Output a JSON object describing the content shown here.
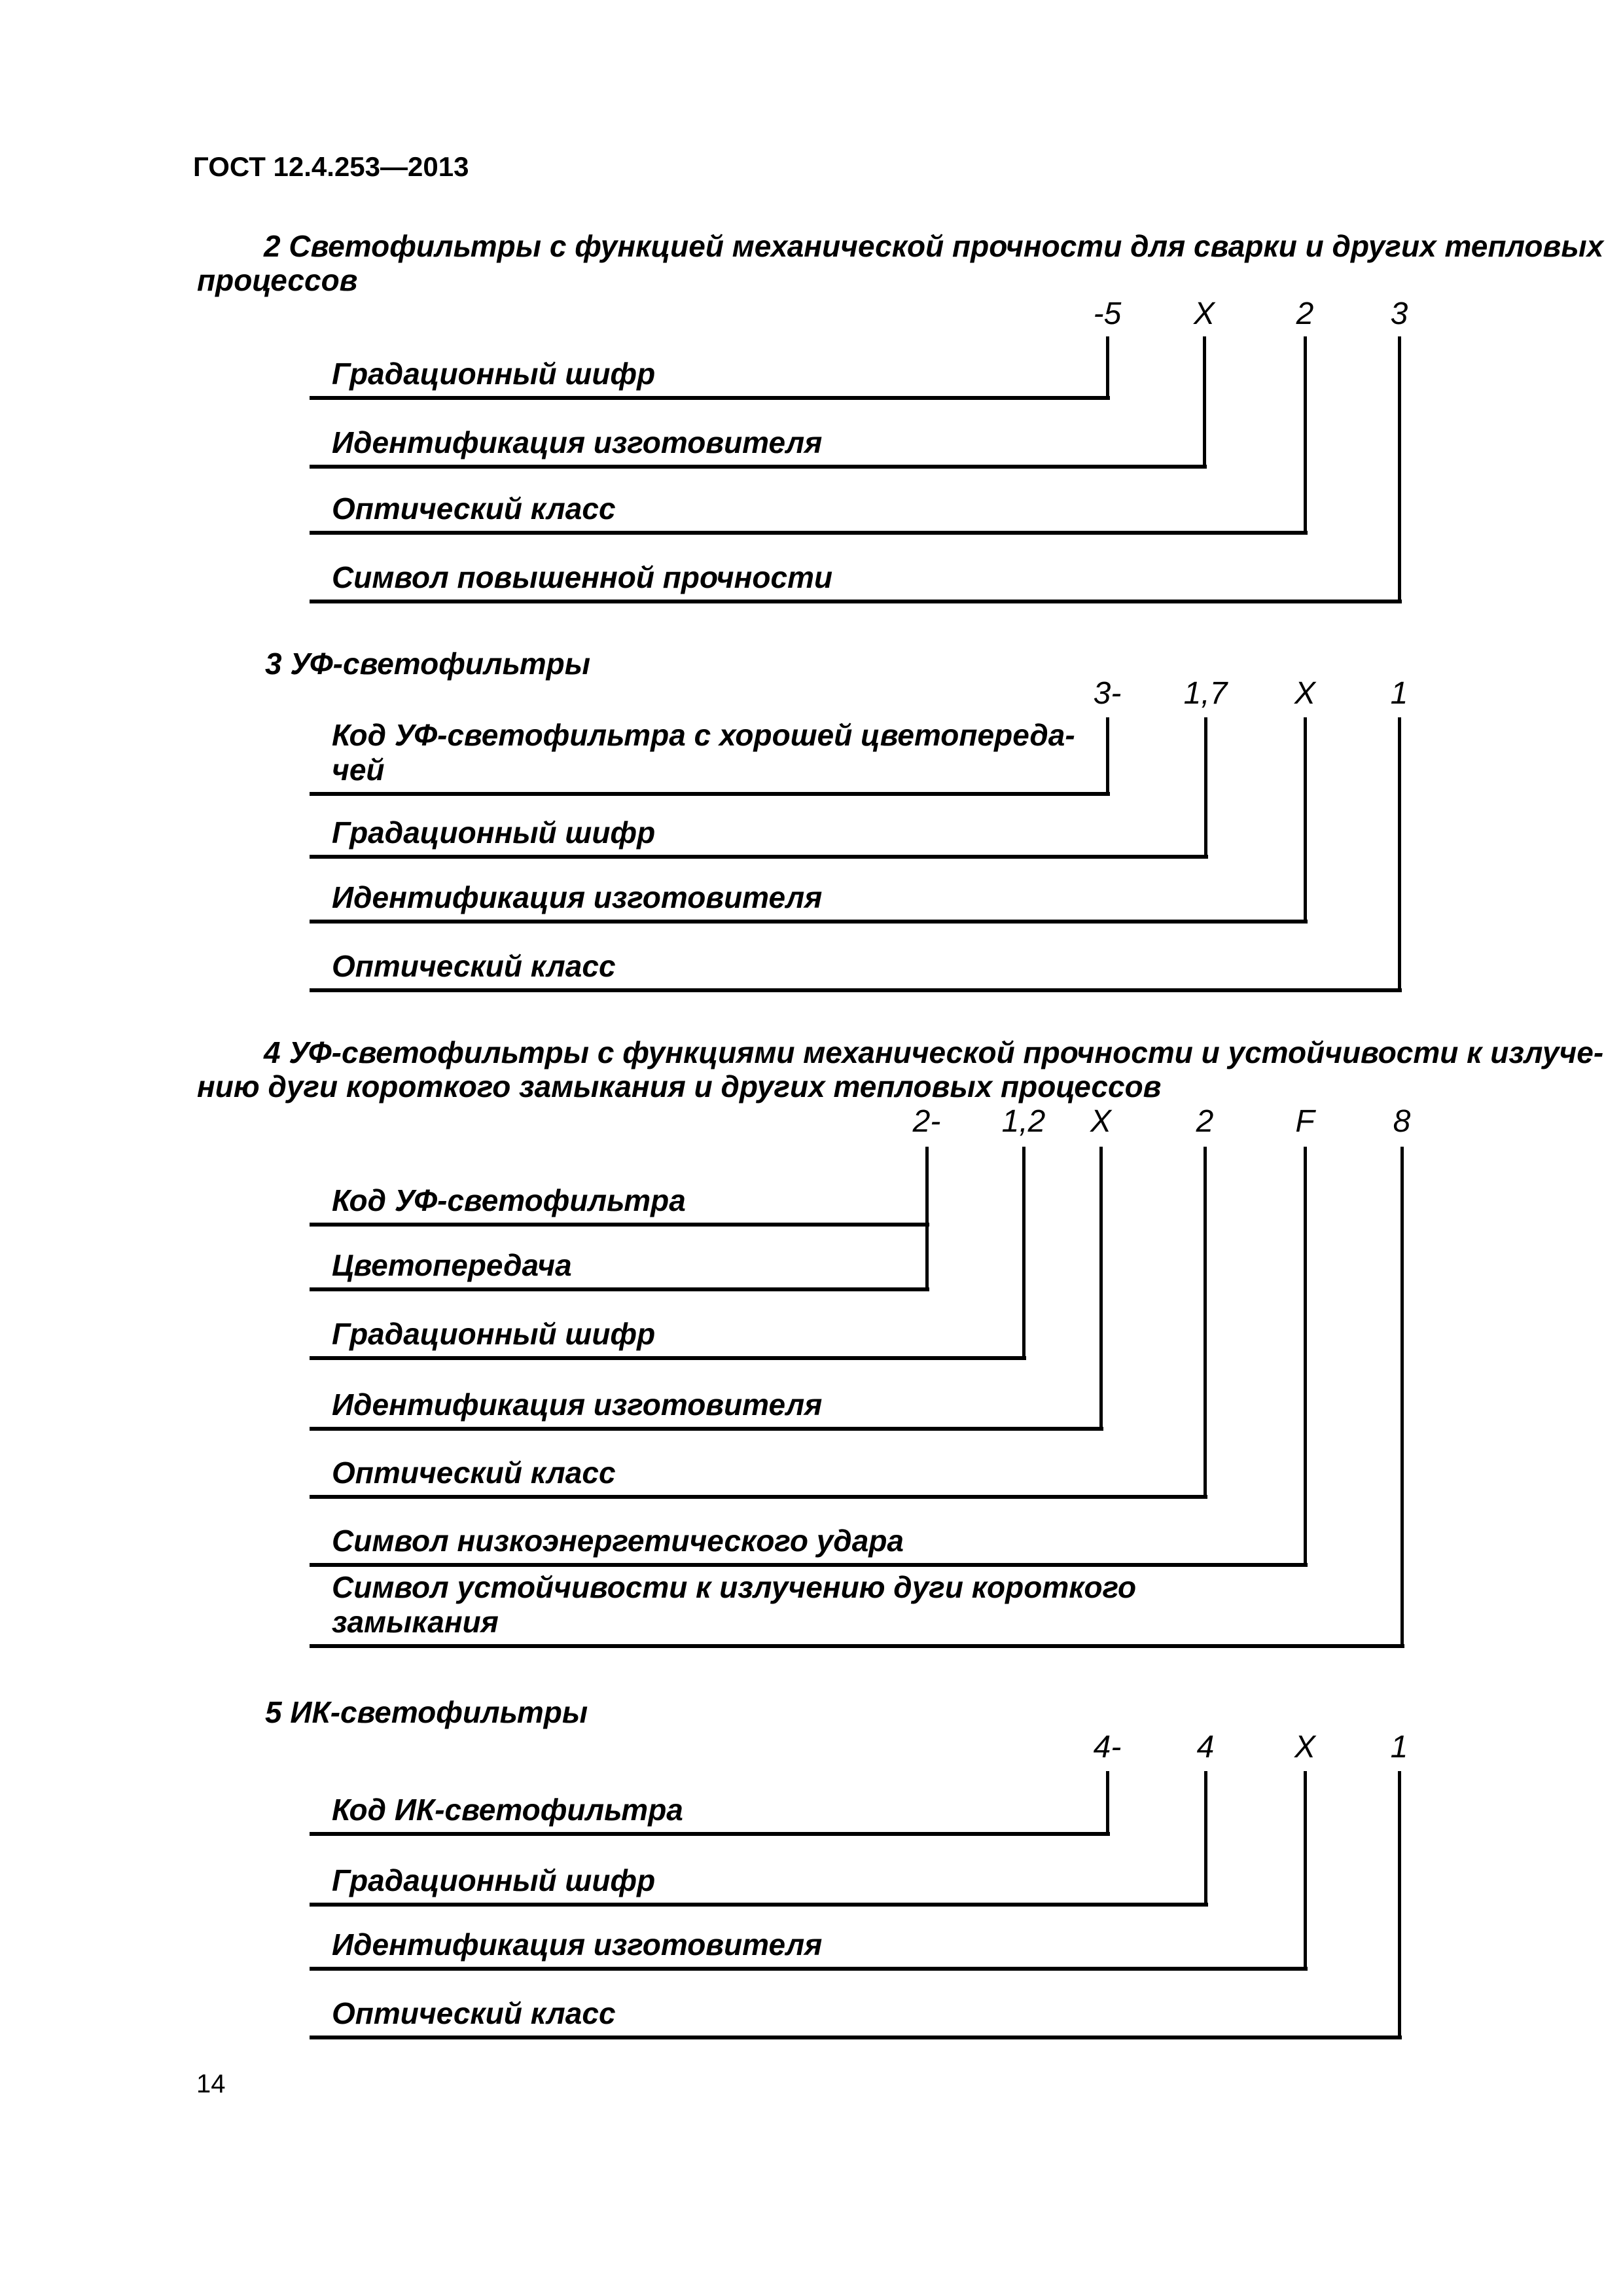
{
  "page": {
    "header": "ГОСТ 12.4.253—2013",
    "page_number": "14"
  },
  "sections": [
    {
      "number": "2",
      "heading_lines": [
        "2 Светофильтры с функцией механической прочности для сварки и других тепловых",
        "процессов"
      ],
      "code": [
        "-5",
        "Х",
        "2",
        "3"
      ],
      "labels": [
        {
          "lines": [
            "Градационный шифр"
          ]
        },
        {
          "lines": [
            "Идентификация изготовителя"
          ]
        },
        {
          "lines": [
            "Оптический класс"
          ]
        },
        {
          "lines": [
            "Символ повышенной прочности"
          ]
        }
      ]
    },
    {
      "number": "3",
      "heading_lines": [
        "3 УФ-светофильтры"
      ],
      "code": [
        "3-",
        "1,7",
        "Х",
        "1"
      ],
      "labels": [
        {
          "lines": [
            "Код УФ-светофильтра с хорошей цветопереда-",
            "чей"
          ]
        },
        {
          "lines": [
            "Градационный шифр"
          ]
        },
        {
          "lines": [
            "Идентификация изготовителя"
          ]
        },
        {
          "lines": [
            "Оптический класс"
          ]
        }
      ]
    },
    {
      "number": "4",
      "heading_lines": [
        "4 УФ-светофильтры с функциями механической прочности и устойчивости к излуче-",
        "нию дуги короткого замыкания и других тепловых процессов"
      ],
      "code": [
        "2-",
        "1,2",
        "Х",
        "2",
        "F",
        "8"
      ],
      "labels": [
        {
          "lines": [
            "Код УФ-светофильтра"
          ]
        },
        {
          "lines": [
            "Цветопередача"
          ]
        },
        {
          "lines": [
            "Градационный шифр"
          ]
        },
        {
          "lines": [
            "Идентификация изготовителя"
          ]
        },
        {
          "lines": [
            "Оптический класс"
          ]
        },
        {
          "lines": [
            "Символ низкоэнергетического удара"
          ]
        },
        {
          "lines": [
            "Символ устойчивости к излучению дуги короткого",
            "замыкания"
          ]
        }
      ]
    },
    {
      "number": "5",
      "heading_lines": [
        "5 ИК-светофильтры"
      ],
      "code": [
        "4-",
        "4",
        "Х",
        "1"
      ],
      "labels": [
        {
          "lines": [
            "Код ИК-светофильтра"
          ]
        },
        {
          "lines": [
            "Градационный шифр"
          ]
        },
        {
          "lines": [
            "Идентификация изготовителя"
          ]
        },
        {
          "lines": [
            "Оптический класс"
          ]
        }
      ]
    }
  ]
}
